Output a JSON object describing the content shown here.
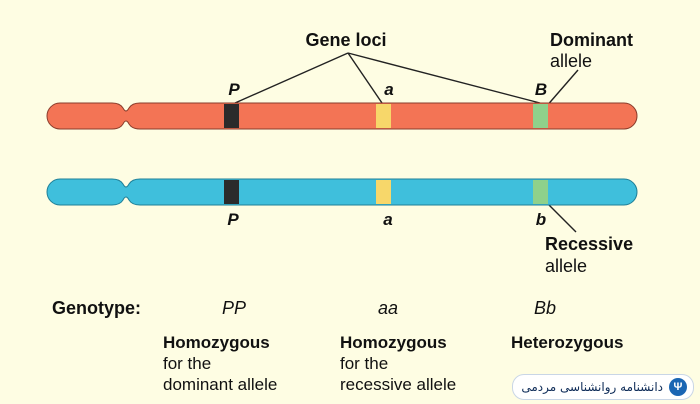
{
  "title": "Gene loci",
  "chromosome_top": {
    "color": "#f37455",
    "loci": [
      {
        "letter": "P",
        "color": "#2b2b2b"
      },
      {
        "letter": "a",
        "color": "#f7d76a"
      },
      {
        "letter": "B",
        "color": "#8fd18b"
      }
    ]
  },
  "chromosome_bottom": {
    "color": "#3fbfdc",
    "loci": [
      {
        "letter": "P",
        "color": "#2b2b2b"
      },
      {
        "letter": "a",
        "color": "#f7d76a"
      },
      {
        "letter": "b",
        "color": "#8fd18b"
      }
    ]
  },
  "dominant_label": [
    "Dominant",
    "allele"
  ],
  "recessive_label": [
    "Recessive",
    "allele"
  ],
  "genotype_label": "Genotype:",
  "genotypes": [
    "PP",
    "aa",
    "Bb"
  ],
  "descriptions": [
    {
      "heading": "Homozygous",
      "line1": "for the",
      "line2": "dominant allele"
    },
    {
      "heading": "Homozygous",
      "line1": "for the",
      "line2": "recessive allele"
    },
    {
      "heading": "Heterozygous",
      "line1": "",
      "line2": ""
    }
  ],
  "watermark_text": "دانشنامه روانشناسی مردمی"
}
